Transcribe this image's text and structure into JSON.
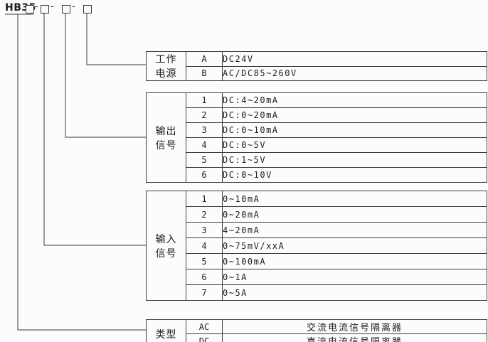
{
  "model": {
    "prefix": "HB35",
    "separator": "-"
  },
  "tables": [
    {
      "label_lines": [
        "工作",
        "电源"
      ],
      "rows": [
        {
          "code": "A",
          "value": "DC24V"
        },
        {
          "code": "B",
          "value": "AC/DC85~260V"
        }
      ]
    },
    {
      "label_lines": [
        "输出",
        "信号"
      ],
      "rows": [
        {
          "code": "1",
          "value": "DC:4~20mA"
        },
        {
          "code": "2",
          "value": "DC:0~20mA"
        },
        {
          "code": "3",
          "value": "DC:0~10mA"
        },
        {
          "code": "4",
          "value": "DC:0~5V"
        },
        {
          "code": "5",
          "value": "DC:1~5V"
        },
        {
          "code": "6",
          "value": "DC:0~10V"
        }
      ]
    },
    {
      "label_lines": [
        "输入",
        "信号"
      ],
      "rows": [
        {
          "code": "1",
          "value": "0~10mA"
        },
        {
          "code": "2",
          "value": "0~20mA"
        },
        {
          "code": "3",
          "value": "4~20mA"
        },
        {
          "code": "4",
          "value": "0~75mV/xxA"
        },
        {
          "code": "5",
          "value": "0~100mA"
        },
        {
          "code": "6",
          "value": "0~1A"
        },
        {
          "code": "7",
          "value": "0~5A"
        }
      ]
    },
    {
      "label_lines": [
        "类型"
      ],
      "rows": [
        {
          "code": "AC",
          "value": "交流电流信号隔离器"
        },
        {
          "code": "DC",
          "value": "直流电流信号隔离器"
        }
      ]
    }
  ]
}
